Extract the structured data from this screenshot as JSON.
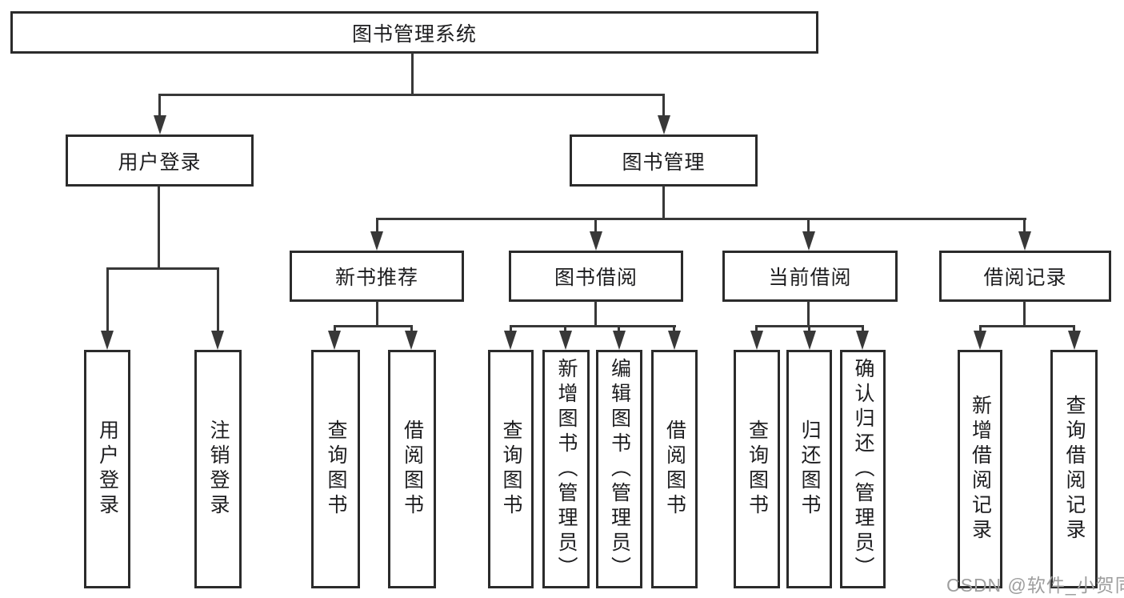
{
  "tree": {
    "root": "图书管理系统",
    "branches": [
      {
        "label": "用户登录",
        "children": [
          "用户登录",
          "注销登录"
        ]
      },
      {
        "label": "图书管理",
        "children": [
          {
            "label": "新书推荐",
            "children": [
              "查询图书",
              "借阅图书"
            ]
          },
          {
            "label": "图书借阅",
            "children": [
              "查询图书",
              "新增图书（管理员）",
              "编辑图书（管理员）",
              "借阅图书"
            ]
          },
          {
            "label": "当前借阅",
            "children": [
              "查询图书",
              "归还图书",
              "确认归还（管理员）"
            ]
          },
          {
            "label": "借阅记录",
            "children": [
              "新增借阅记录",
              "查询借阅记录"
            ]
          }
        ]
      }
    ]
  },
  "watermark": {
    "text": "CSDN @软件_小贺同学"
  },
  "colors": {
    "line": "#383838",
    "box_border": "#2b2b2b",
    "text": "#1d1d1f",
    "watermark": "#9e9e9e",
    "background": "#ffffff"
  }
}
